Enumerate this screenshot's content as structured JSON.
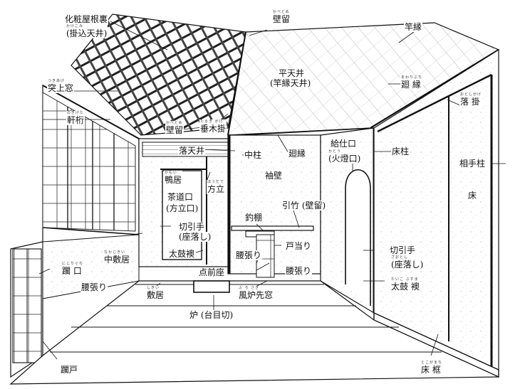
{
  "labels": {
    "keshoyane_ura": "化粧屋根裏",
    "kakekomi_tenjo": "(掛込天井)",
    "kakekomi_ruby": "かけこみ",
    "kabedome_top": "壁留",
    "kabedome_top_ruby": "かべどめ",
    "saobuchi": "竿縁",
    "tsukiage_mado": "突上窓",
    "tsukiage_ruby": "つきあげ",
    "nokigeta": "軒桁",
    "nokigeta_ruby": "のきげた",
    "hira_tenjo": "平天井",
    "saobuchi_tenjo": "(竿縁天井)",
    "mawaribuchi_right": "廻 縁",
    "mawaribuchi_right_ruby": "まわりぶち",
    "otoshigake": "落 掛",
    "otoshigake_ruby": "おとしがけ",
    "kabedome_mid": "壁留",
    "kabedome_mid_ruby": "かべどめ",
    "taruki_gake": "垂木掛",
    "taruki_ruby": "たるき がけ",
    "ochi_tenjo": "落天井",
    "nakabashira": "中柱",
    "mawaribuchi_mid": "廻縁",
    "kyujiguchi": "給仕口",
    "kato_guchi": "(火燈口)",
    "kato_ruby": "かとう",
    "tokobashira": "床柱",
    "aitebashira": "相手柱",
    "kamoi": "鴨居",
    "kamoi_ruby": "かもい",
    "sode_kabe": "袖壁",
    "sadoguchi": "茶道口",
    "hodateguchi": "(方立口)",
    "hodate": "方立",
    "hodate_ruby": "ほうだて",
    "toko": "床",
    "tsuridana": "釣棚",
    "hikitake": "引竹 (壁留)",
    "kirihikite_left": "切引手",
    "zaotoshi_left": "(座落し)",
    "toatari": "戸当り",
    "taikobusuma_left": "太鼓襖",
    "koshibari_center": "腰張り",
    "kirihikite_right": "切引手",
    "zaotoshi_right": "(座落し)",
    "zaotoshi_ruby": "ざおとし",
    "nakashikii": "中敷居",
    "nakashikii_ruby": "なかじきい",
    "temaeza": "点前座",
    "koshibari_right": "腰張り",
    "nijiriguchi": "躙 口",
    "nijiriguchi_ruby": "にじりぐち",
    "taikobusuma_right": "太鼓 襖",
    "taikobusuma_ruby": "たいこ ぶすま",
    "koshibari_left": "腰張り",
    "shikii": "敷居",
    "shikii_ruby": "しきい",
    "furosaki_mado": "風炉先窓",
    "furosaki_ruby": "ふ ろ さき",
    "ro": "炉 (台目切)",
    "tokogamachi": "床 框",
    "tokogamachi_ruby": "とこがまち",
    "nijiri_do": "躙戸"
  }
}
